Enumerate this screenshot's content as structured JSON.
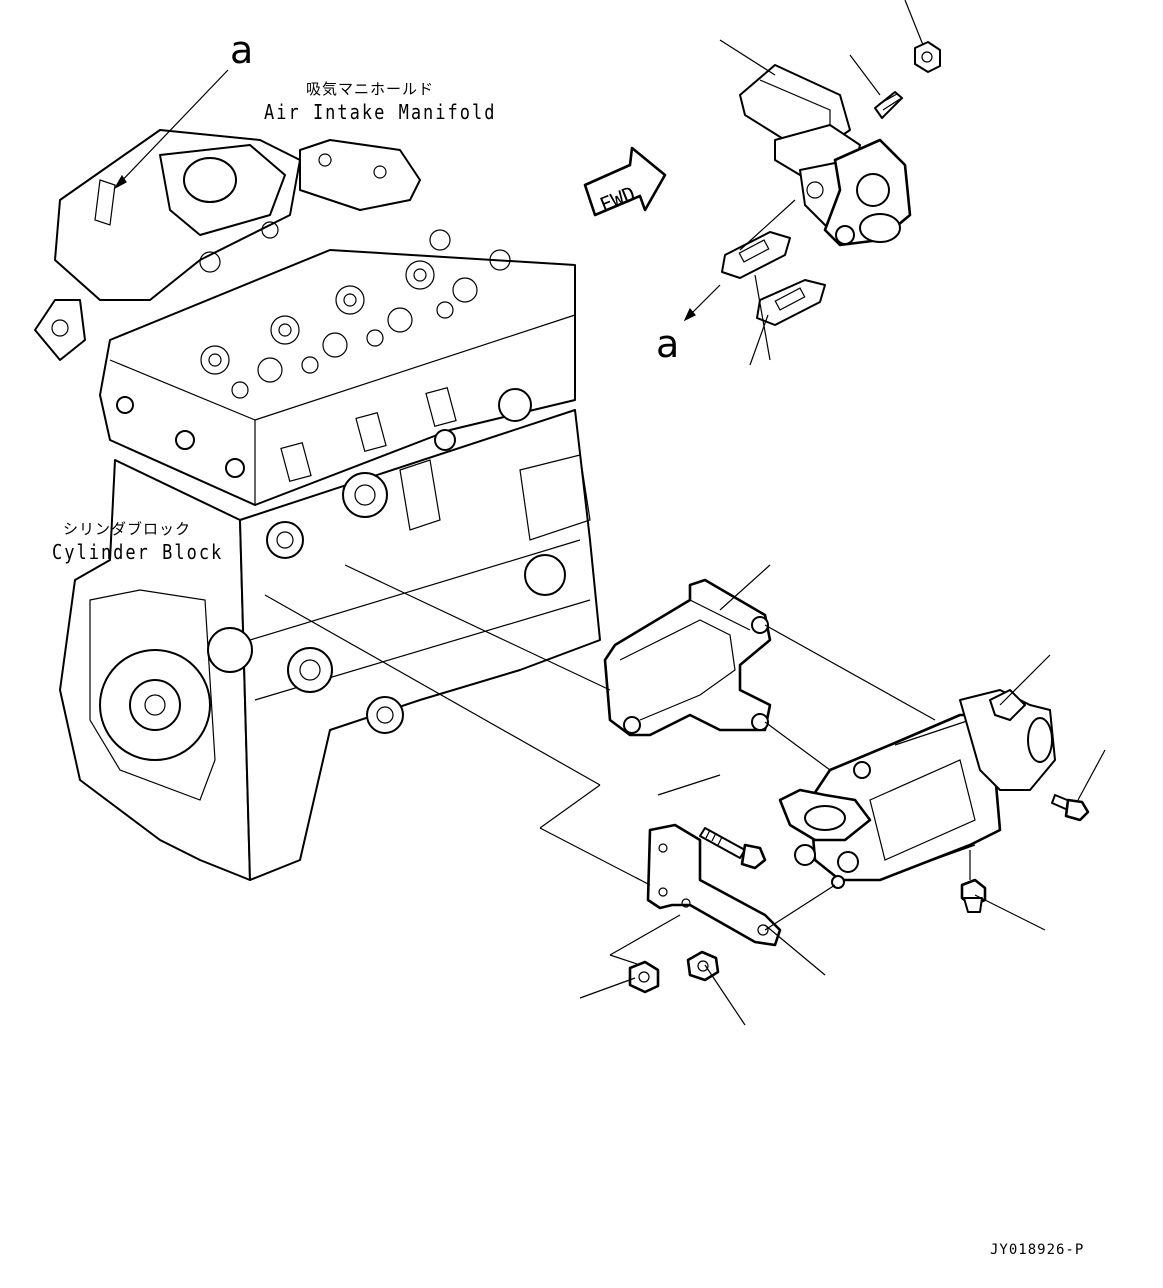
{
  "labels": {
    "intake_manifold_jp": "吸気マニホールド",
    "intake_manifold_en": "Air Intake Manifold",
    "cylinder_block_jp": "シリンダブロック",
    "cylinder_block_en": "Cylinder Block",
    "ref_a_upper": "a",
    "ref_a_lower": "a",
    "fwd": "FWD",
    "drawing_number": "JY018926-P"
  }
}
